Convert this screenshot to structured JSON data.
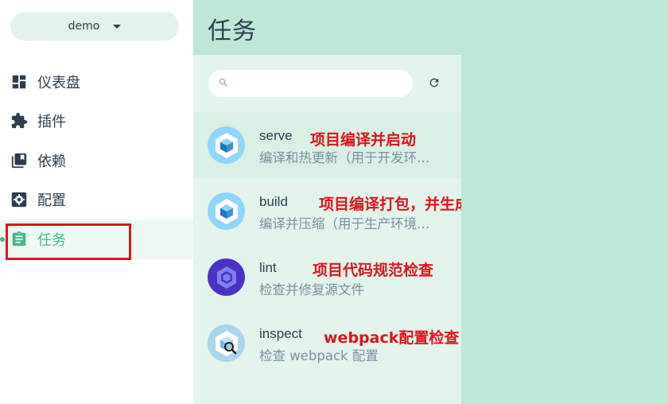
{
  "project": {
    "name": "demo"
  },
  "nav": [
    {
      "label": "仪表盘",
      "icon": "dashboard-icon"
    },
    {
      "label": "插件",
      "icon": "puzzle-icon"
    },
    {
      "label": "依赖",
      "icon": "library-icon"
    },
    {
      "label": "配置",
      "icon": "settings-icon"
    },
    {
      "label": "任务",
      "icon": "clipboard-icon",
      "active": true
    }
  ],
  "header": {
    "title": "任务"
  },
  "search": {
    "placeholder": "",
    "value": ""
  },
  "tasks": [
    {
      "name": "serve",
      "description": "编译和热更新（用于开发环…",
      "annotation": "项目编译并启动",
      "icon": "webpack-cube-icon"
    },
    {
      "name": "build",
      "description": "编译并压缩（用于生产环境…",
      "annotation": "项目编译打包，并生成部署包",
      "icon": "webpack-cube-icon"
    },
    {
      "name": "lint",
      "description": "检查并修复源文件",
      "annotation": "项目代码规范检查",
      "icon": "eslint-icon"
    },
    {
      "name": "inspect",
      "description": "检查 webpack 配置",
      "annotation": "webpack配置检查",
      "icon": "webpack-inspect-icon"
    }
  ],
  "colors": {
    "accent": "#42b983",
    "header_bg": "#bde7d6",
    "annotation": "#e0131e"
  }
}
